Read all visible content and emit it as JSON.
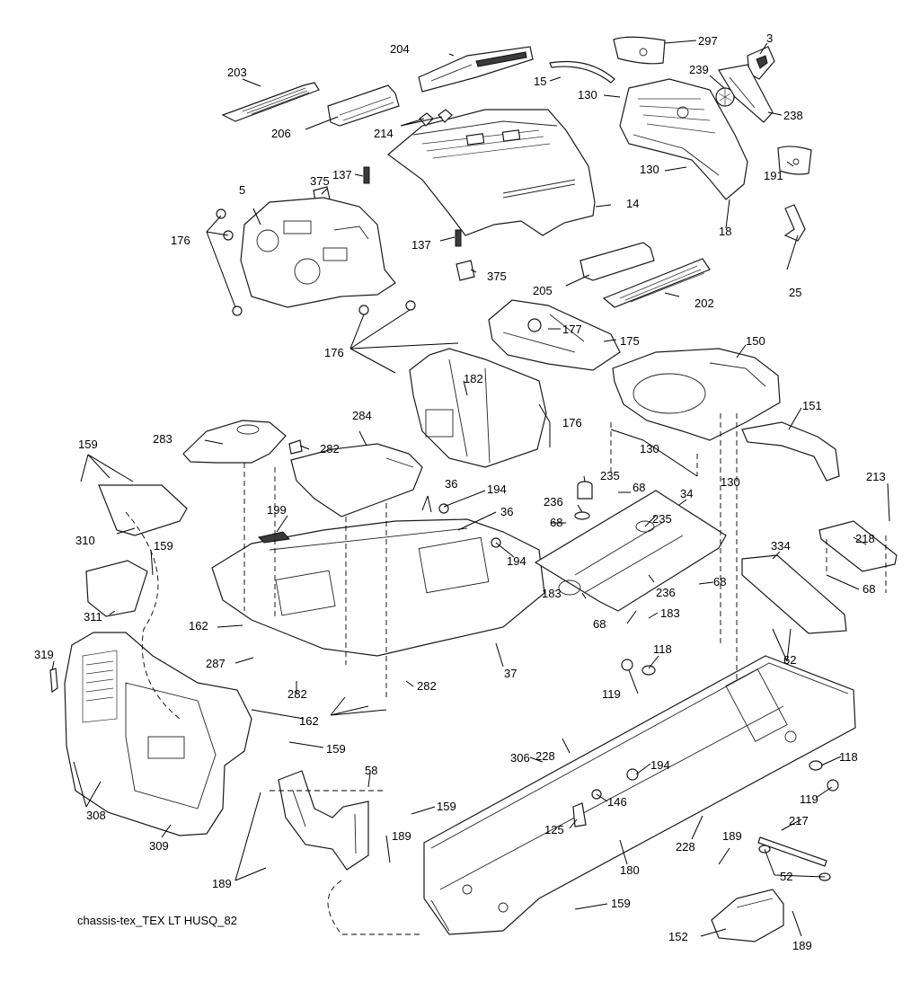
{
  "diagram": {
    "caption": "chassis-tex_TEX LT HUSQ_82",
    "callouts": [
      {
        "id": "c-297",
        "text": "297"
      },
      {
        "id": "c-3",
        "text": "3"
      },
      {
        "id": "c-204",
        "text": "204"
      },
      {
        "id": "c-203",
        "text": "203"
      },
      {
        "id": "c-15",
        "text": "15"
      },
      {
        "id": "c-239",
        "text": "239"
      },
      {
        "id": "c-130a",
        "text": "130"
      },
      {
        "id": "c-238",
        "text": "238"
      },
      {
        "id": "c-206",
        "text": "206"
      },
      {
        "id": "c-214",
        "text": "214"
      },
      {
        "id": "c-130b",
        "text": "130"
      },
      {
        "id": "c-191",
        "text": "191"
      },
      {
        "id": "c-137a",
        "text": "137"
      },
      {
        "id": "c-375a",
        "text": "375"
      },
      {
        "id": "c-5",
        "text": "5"
      },
      {
        "id": "c-14",
        "text": "14"
      },
      {
        "id": "c-18",
        "text": "18"
      },
      {
        "id": "c-176a",
        "text": "176"
      },
      {
        "id": "c-137b",
        "text": "137"
      },
      {
        "id": "c-375b",
        "text": "375"
      },
      {
        "id": "c-25",
        "text": "25"
      },
      {
        "id": "c-205",
        "text": "205"
      },
      {
        "id": "c-202",
        "text": "202"
      },
      {
        "id": "c-177",
        "text": "177"
      },
      {
        "id": "c-175",
        "text": "175"
      },
      {
        "id": "c-150",
        "text": "150"
      },
      {
        "id": "c-176b",
        "text": "176"
      },
      {
        "id": "c-182",
        "text": "182"
      },
      {
        "id": "c-176c",
        "text": "176"
      },
      {
        "id": "c-151",
        "text": "151"
      },
      {
        "id": "c-284",
        "text": "284"
      },
      {
        "id": "c-159a",
        "text": "159"
      },
      {
        "id": "c-283",
        "text": "283"
      },
      {
        "id": "c-282a",
        "text": "282"
      },
      {
        "id": "c-130c",
        "text": "130"
      },
      {
        "id": "c-235a",
        "text": "235"
      },
      {
        "id": "c-213",
        "text": "213"
      },
      {
        "id": "c-36a",
        "text": "36"
      },
      {
        "id": "c-194a",
        "text": "194"
      },
      {
        "id": "c-236a",
        "text": "236"
      },
      {
        "id": "c-68a",
        "text": "68"
      },
      {
        "id": "c-130d",
        "text": "130"
      },
      {
        "id": "c-34",
        "text": "34"
      },
      {
        "id": "c-199",
        "text": "199"
      },
      {
        "id": "c-36b",
        "text": "36"
      },
      {
        "id": "c-218",
        "text": "218"
      },
      {
        "id": "c-68b",
        "text": "68"
      },
      {
        "id": "c-235b",
        "text": "235"
      },
      {
        "id": "c-310",
        "text": "310"
      },
      {
        "id": "c-159b",
        "text": "159"
      },
      {
        "id": "c-194b",
        "text": "194"
      },
      {
        "id": "c-334",
        "text": "334"
      },
      {
        "id": "c-68c",
        "text": "68"
      },
      {
        "id": "c-236b",
        "text": "236"
      },
      {
        "id": "c-68d",
        "text": "68"
      },
      {
        "id": "c-311",
        "text": "311"
      },
      {
        "id": "c-183a",
        "text": "183"
      },
      {
        "id": "c-68e",
        "text": "68"
      },
      {
        "id": "c-183b",
        "text": "183"
      },
      {
        "id": "c-162a",
        "text": "162"
      },
      {
        "id": "c-319",
        "text": "319"
      },
      {
        "id": "c-37",
        "text": "37"
      },
      {
        "id": "c-118a",
        "text": "118"
      },
      {
        "id": "c-62",
        "text": "62"
      },
      {
        "id": "c-287",
        "text": "287"
      },
      {
        "id": "c-119a",
        "text": "119"
      },
      {
        "id": "c-282b",
        "text": "282"
      },
      {
        "id": "c-282c",
        "text": "282"
      },
      {
        "id": "c-162b",
        "text": "162"
      },
      {
        "id": "c-159c",
        "text": "159"
      },
      {
        "id": "c-228a",
        "text": "228"
      },
      {
        "id": "c-118b",
        "text": "118"
      },
      {
        "id": "c-306",
        "text": "306"
      },
      {
        "id": "c-194c",
        "text": "194"
      },
      {
        "id": "c-58",
        "text": "58"
      },
      {
        "id": "c-119b",
        "text": "119"
      },
      {
        "id": "c-146",
        "text": "146"
      },
      {
        "id": "c-308",
        "text": "308"
      },
      {
        "id": "c-159d",
        "text": "159"
      },
      {
        "id": "c-217",
        "text": "217"
      },
      {
        "id": "c-125",
        "text": "125"
      },
      {
        "id": "c-228b",
        "text": "228"
      },
      {
        "id": "c-189a",
        "text": "189"
      },
      {
        "id": "c-309",
        "text": "309"
      },
      {
        "id": "c-189b",
        "text": "189"
      },
      {
        "id": "c-180",
        "text": "180"
      },
      {
        "id": "c-52",
        "text": "52"
      },
      {
        "id": "c-189c",
        "text": "189"
      },
      {
        "id": "c-159e",
        "text": "159"
      },
      {
        "id": "c-152",
        "text": "152"
      },
      {
        "id": "c-189d",
        "text": "189"
      }
    ]
  }
}
